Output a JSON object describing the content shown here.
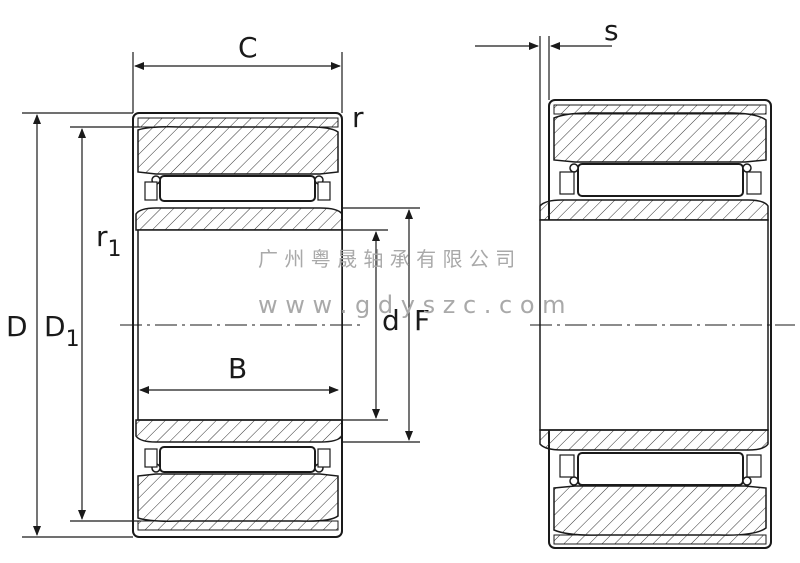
{
  "labels": {
    "C": "C",
    "r": "r",
    "r1_base": "r",
    "r1_sub": "1",
    "D": "D",
    "D1_base": "D",
    "D1_sub": "1",
    "B": "B",
    "d": "d",
    "F": "F",
    "s": "s"
  },
  "watermark": {
    "company": "广 州 粤 晟 轴 承 有 限 公 司",
    "website": "w w w . g d y s z c . c o m"
  }
}
